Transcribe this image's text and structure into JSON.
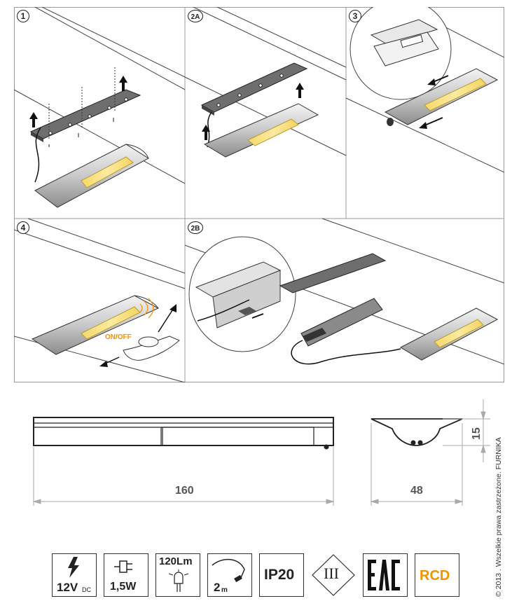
{
  "panels": [
    {
      "label": "1"
    },
    {
      "label": "2A"
    },
    {
      "label": "3"
    },
    {
      "label": "4"
    },
    {
      "label": "2B"
    }
  ],
  "on_off_label": "ON/OFF",
  "dimensions": {
    "length": "160",
    "width": "48",
    "height": "15"
  },
  "copyright": "© 2013 . Wszelkie prawa zastrzeżone. FURNIKA",
  "badges": {
    "voltage_value": "12V",
    "voltage_unit": "DC",
    "power": "1,5W",
    "lumen": "120Lm",
    "cable_value": "2",
    "cable_unit": "m",
    "ip": "IP20",
    "class": "III",
    "eac": "EAC",
    "rcd": "RCD"
  },
  "colors": {
    "accent_orange": "#f39200",
    "led_yellow": "#f9e27d",
    "grid_line": "#9a9a9a"
  }
}
